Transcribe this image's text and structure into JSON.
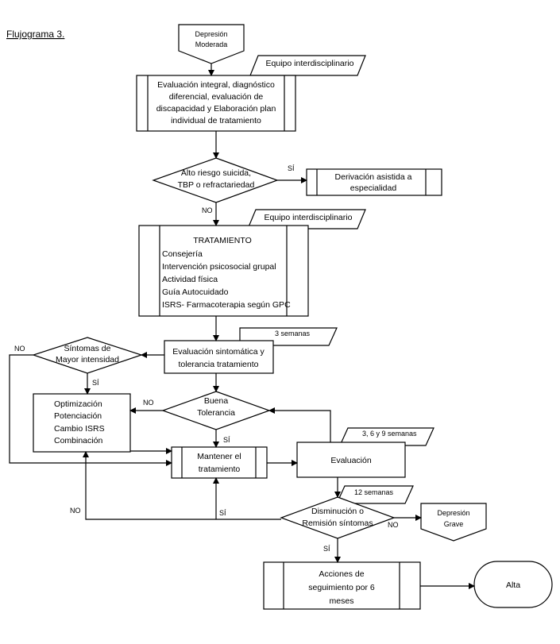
{
  "title": "Flujograma 3.",
  "nodes": {
    "start": [
      "Depresión",
      "Moderada"
    ],
    "team1": "Equipo interdisciplinario",
    "eval_integral": [
      "Evaluación integral, diagnóstico",
      "diferencial, evaluación de",
      "discapacidad y Elaboración plan",
      "individual de tratamiento"
    ],
    "riesgo": [
      "Alto riesgo suicida,",
      "TBP o refractariedad"
    ],
    "derivacion": [
      "Derivación asistida a",
      "especialidad"
    ],
    "team2": "Equipo interdisciplinario",
    "tratamiento_title": "TRATAMIENTO",
    "tratamiento_items": [
      "Consejería",
      "Intervención psicosocial grupal",
      "Actividad física",
      "Guía Autocuidado",
      "ISRS- Farmacoterapia según GPC"
    ],
    "semanas3": "3 semanas",
    "eval_sintomatica": [
      "Evaluación sintomática y",
      "tolerancia tratamiento"
    ],
    "sintomas": [
      "Síntomas de",
      "Mayor intensidad"
    ],
    "optimizacion": [
      "Optimización",
      "Potenciación",
      "Cambio ISRS",
      "Combinación"
    ],
    "buena_tolerancia": [
      "Buena",
      "Tolerancia"
    ],
    "mantener": [
      "Mantener el",
      "tratamiento"
    ],
    "evaluacion": "Evaluación",
    "semanas369": "3, 6 y 9 semanas",
    "semanas12": "12 semanas",
    "disminucion": [
      "Disminución o",
      "Remisión síntomas"
    ],
    "grave": [
      "Depresión",
      "Grave"
    ],
    "acciones": [
      "Acciones de",
      "seguimiento por 6",
      "meses"
    ],
    "alta": "Alta"
  },
  "edges": {
    "si_riesgo": "SÍ",
    "no_riesgo": "NO",
    "no_sintomas": "NO",
    "si_sintomas": "SÍ",
    "no_tolerancia": "NO",
    "si_tolerancia": "SÍ",
    "no_disminucion_left": "NO",
    "si_disminucion_up": "SÍ",
    "no_disminucion_right": "NO",
    "si_disminucion_down": "SÍ"
  }
}
